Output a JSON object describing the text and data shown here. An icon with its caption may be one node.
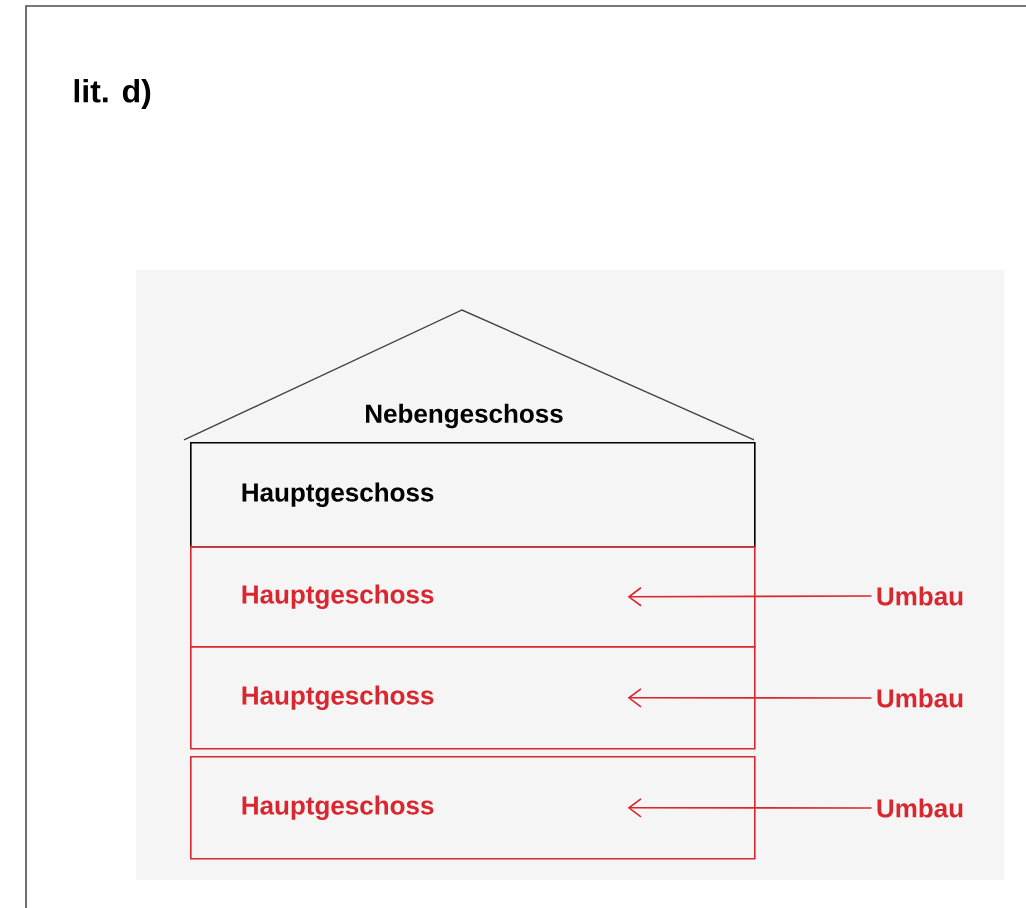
{
  "diagram": {
    "title": "lit. d)",
    "nodes": [
      {
        "text": [
          "Nebengeschoss"
        ]
      },
      {
        "text": [
          "Hauptgeschoss"
        ]
      },
      {
        "text": [
          "Hauptgeschoss"
        ]
      },
      {
        "text": [
          "Hauptgeschoss"
        ]
      },
      {
        "text": [
          "Hauptgeschoss"
        ]
      },
      {
        "text": [
          "Umbau"
        ]
      },
      {
        "text": [
          "Umbau"
        ]
      },
      {
        "text": [
          "Umbau"
        ]
      }
    ],
    "edges": [
      {
        "from": 5,
        "to": 2,
        "arrow": "to"
      },
      {
        "from": 6,
        "to": 3,
        "arrow": "to"
      },
      {
        "from": 7,
        "to": 4,
        "arrow": "to"
      }
    ]
  }
}
